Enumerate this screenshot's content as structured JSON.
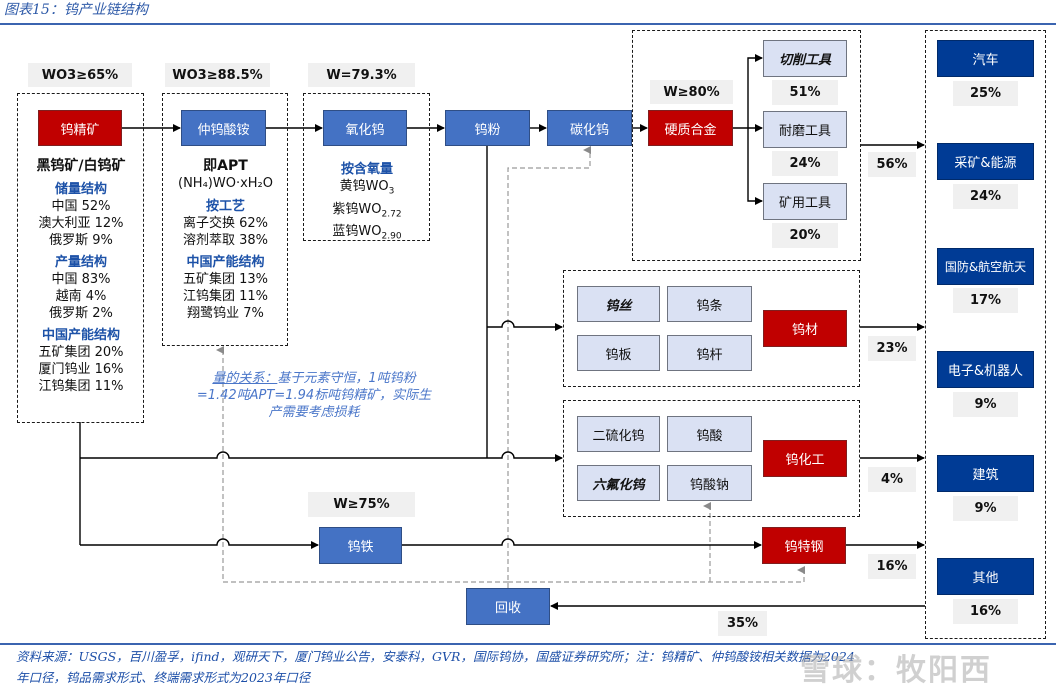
{
  "figure": {
    "title": "图表15：钨产业链结构"
  },
  "grade_labels": {
    "ore": "WO3≥65%",
    "apt": "WO3≥88.5%",
    "oxide": "W=79.3%",
    "alloy": "W≥80%",
    "ferro": "W≥75%"
  },
  "nodes": {
    "ore": "钨精矿",
    "apt": "仲钨酸铵",
    "oxide": "氧化钨",
    "powder": "钨粉",
    "carbide": "碳化钨",
    "alloy": "硬质合金",
    "material": "钨材",
    "chemical": "钨化工",
    "ferro": "钨铁",
    "special_steel": "钨特钢",
    "recycle": "回收"
  },
  "ore_panel": {
    "heading": "黑钨矿/白钨矿",
    "reserves_title": "储量结构",
    "reserves": [
      "中国 52%",
      "澳大利亚 12%",
      "俄罗斯 9%"
    ],
    "production_title": "产量结构",
    "production": [
      "中国 83%",
      "越南 4%",
      "俄罗斯 2%"
    ],
    "capacity_title": "中国产能结构",
    "capacity": [
      "五矿集团 20%",
      "厦门钨业 16%",
      "江钨集团 11%"
    ]
  },
  "apt_panel": {
    "heading": "即APT",
    "formula": "(NH₄)WO·xH₂O",
    "process_title": "按工艺",
    "process": [
      "离子交换 62%",
      "溶剂萃取 38%"
    ],
    "capacity_title": "中国产能结构",
    "capacity": [
      "五矿集团 13%",
      "江钨集团 11%",
      "翔鹭钨业 7%"
    ]
  },
  "oxide_panel": {
    "title": "按含氧量",
    "items": [
      {
        "name": "黄钨WO",
        "sub": "3"
      },
      {
        "name": "紫钨WO",
        "sub": "2.72"
      },
      {
        "name": "蓝钨WO",
        "sub": "2.90"
      }
    ]
  },
  "tools": [
    {
      "label": "切削工具",
      "share": "51%"
    },
    {
      "label": "耐磨工具",
      "share": "24%"
    },
    {
      "label": "矿用工具",
      "share": "20%"
    }
  ],
  "material_products": [
    "钨丝",
    "钨条",
    "钨板",
    "钨杆"
  ],
  "chemical_products": [
    "二硫化钨",
    "钨酸",
    "六氟化钨",
    "钨酸钠"
  ],
  "flow_shares": {
    "alloy": "56%",
    "material": "23%",
    "chemical": "4%",
    "special_steel": "16%",
    "recycle": "35%"
  },
  "end_uses": [
    {
      "label": "汽车",
      "share": "25%"
    },
    {
      "label": "采矿&能源",
      "share": "24%"
    },
    {
      "label": "国防&航空航天",
      "share": "17%"
    },
    {
      "label": "电子&机器人",
      "share": "9%"
    },
    {
      "label": "建筑",
      "share": "9%"
    },
    {
      "label": "其他",
      "share": "16%"
    }
  ],
  "note": {
    "underlined": "量的关系：",
    "text": "基于元素守恒，1吨钨粉=1.42吨APT=1.94标吨钨精矿，实际生产需要考虑损耗"
  },
  "footer": {
    "line1": "资料来源：USGS，百川盈孚，ifind，观研天下，厦门钨业公告，安泰科，GVR，国际钨协，国盛证券研究所；注：钨精矿、仲钨酸铵相关数据为2024",
    "line2": "年口径，钨品需求形式、终端需求形式为2023年口径"
  },
  "watermark": "雪球：牧阳西",
  "colors": {
    "red_node": "#c00000",
    "blue_node": "#4472c4",
    "navy_node": "#003b95",
    "pale_node": "#dae1f3",
    "heading_blue": "#1d52a8",
    "label_gray": "#f0f0f0"
  }
}
